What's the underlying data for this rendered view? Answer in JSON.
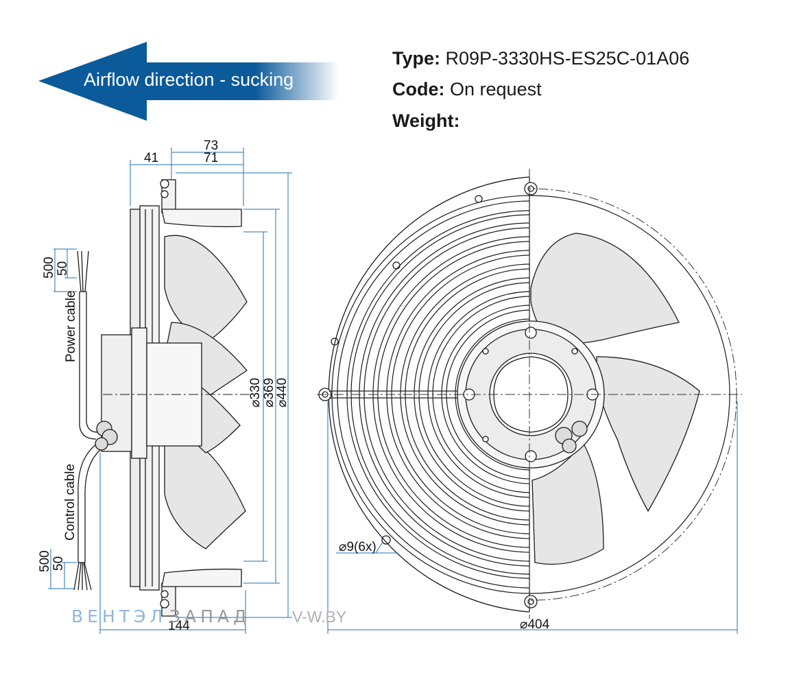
{
  "banner": {
    "label": "Airflow direction - sucking",
    "color": "#0b5a9a"
  },
  "product": {
    "type_label": "Type:",
    "type_value": "R09P-3330HS-ES25C-01A06",
    "code_label": "Code:",
    "code_value": "On request",
    "weight_label": "Weight:"
  },
  "side_view": {
    "dim_top_73": "73",
    "dim_top_71": "71",
    "dim_left_41": "41",
    "dim_bottom_144": "144",
    "dia_330": "⌀330",
    "dia_369": "⌀369",
    "dia_440": "⌀440",
    "power_cable": "Power cable",
    "control_cable": "Control cable",
    "power_500": "500",
    "power_50": "50",
    "control_500": "500",
    "control_50": "50"
  },
  "front_view": {
    "dia_404": "⌀404",
    "hole_note": "⌀9(6x)"
  },
  "watermark": {
    "part1": "ВЕНТЭЛ",
    "part2": "ЗАПАД",
    "part3": "V-W.BY"
  },
  "colors": {
    "dimension": "#1e6fb5",
    "outline": "#1a1a1a",
    "fill": "#e6e6e6"
  }
}
